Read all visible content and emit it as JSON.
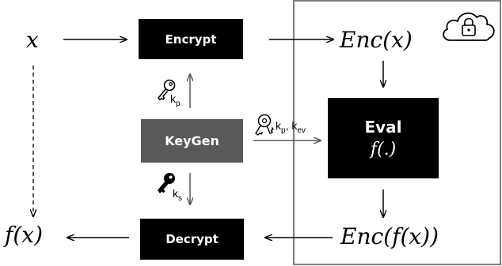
{
  "labels": {
    "x": "x",
    "fx": "f(x)",
    "enc_x": "Enc(x)",
    "enc_fx": "Enc(f(x))"
  },
  "boxes": {
    "encrypt": "Encrypt",
    "keygen": "KeyGen",
    "decrypt": "Decrypt",
    "eval_title": "Eval",
    "eval_fn": "f(.)"
  },
  "keys": {
    "kp_base": "k",
    "kp_sub": "p",
    "ks_base": "k",
    "ks_sub": "s",
    "pair_kp_base": "k",
    "pair_kp_sub": "p",
    "pair_sep": ", ",
    "pair_kev_base": "k",
    "pair_kev_sub": "ev"
  },
  "icons": {
    "public_key": "key-outline-icon",
    "secret_key": "key-filled-icon",
    "key_pair": "key-ring-icon",
    "cloud_lock": "cloud-lock-icon"
  },
  "colors": {
    "box_dark": "#000000",
    "box_keygen": "#595959",
    "cloud_border": "#7f7f7f"
  }
}
